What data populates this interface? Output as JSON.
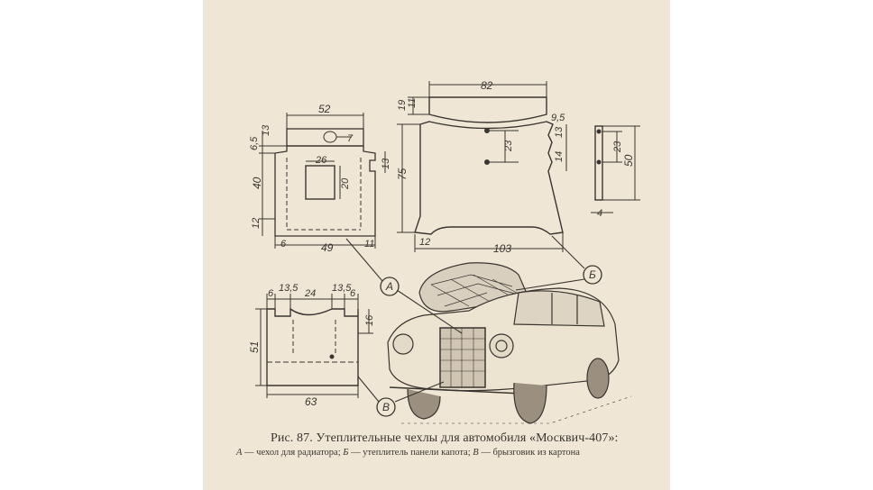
{
  "part_a": {
    "dims": {
      "width_top": "52",
      "hole": "7",
      "h_top1": "6,5",
      "h_top2": "13",
      "win_w": "26",
      "win_h": "20",
      "h_mid": "40",
      "notch": "13",
      "h_bot": "12",
      "left": "6",
      "width": "49",
      "right": "11"
    },
    "label": "А"
  },
  "part_b": {
    "dims": {
      "top_w": "82",
      "top_h1": "19",
      "top_h2": "11",
      "notch": "9,5",
      "hole_gap": "23",
      "side1": "13",
      "side2": "14",
      "height": "75",
      "bottom_left": "12",
      "bottom_w": "103"
    },
    "label": "Б"
  },
  "part_b_strip": {
    "dims": {
      "gap": "23",
      "length": "50",
      "width": "4"
    }
  },
  "part_c": {
    "dims": {
      "d1": "6",
      "d2": "13,5",
      "d3": "24",
      "d4": "13,5",
      "d5": "6",
      "height": "51",
      "notch": "16",
      "width": "63"
    },
    "label": "В"
  },
  "caption": {
    "title": "Рис. 87. Утеплительные чехлы для автомобиля «Москвич-407»:",
    "a_letter": "А",
    "a_text": " — чехол для радиатора; ",
    "b_letter": "Б",
    "b_text": " — утеплитель панели капота; ",
    "c_letter": "В",
    "c_text": " — брызговик из картона"
  }
}
